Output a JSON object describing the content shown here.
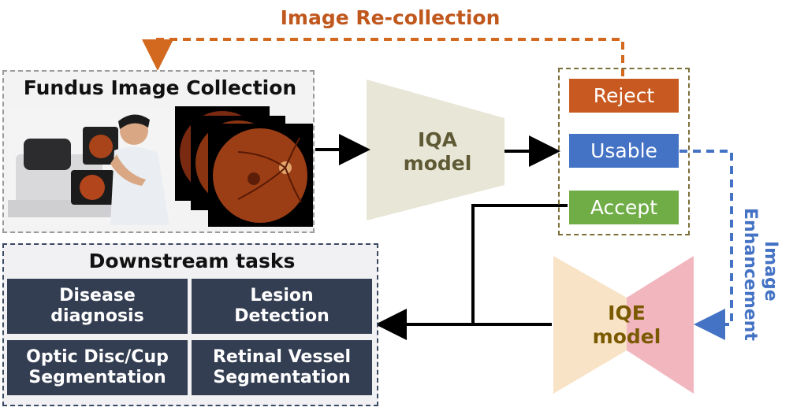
{
  "recollection_label": "Image Re-collection",
  "collection": {
    "title": "Fundus Image Collection"
  },
  "iqa_model": {
    "line1": "IQA",
    "line2": "model"
  },
  "decisions": {
    "reject": "Reject",
    "usable": "Usable",
    "accept": "Accept"
  },
  "enhancement_label": "Image Enhancement",
  "iqe_model": {
    "line1": "IQE",
    "line2": "model"
  },
  "downstream": {
    "title": "Downstream tasks",
    "tasks": [
      {
        "label": "Disease\ndiagnosis"
      },
      {
        "label": "Lesion\nDetection"
      },
      {
        "label": "Optic Disc/Cup\nSegmentation"
      },
      {
        "label": "Retinal Vessel\nSegmentation"
      }
    ]
  },
  "colors": {
    "reject": "#c85a21",
    "usable": "#4472c4",
    "accept": "#70ad47",
    "recollection_arrow": "#d2691e",
    "enhancement_arrow": "#4472c4",
    "task_fill": "#343e52",
    "iqa_fill": "#e8e6d6",
    "iqe_left_fill": "#f9e3c7",
    "iqe_right_fill": "#f2b6bf"
  }
}
